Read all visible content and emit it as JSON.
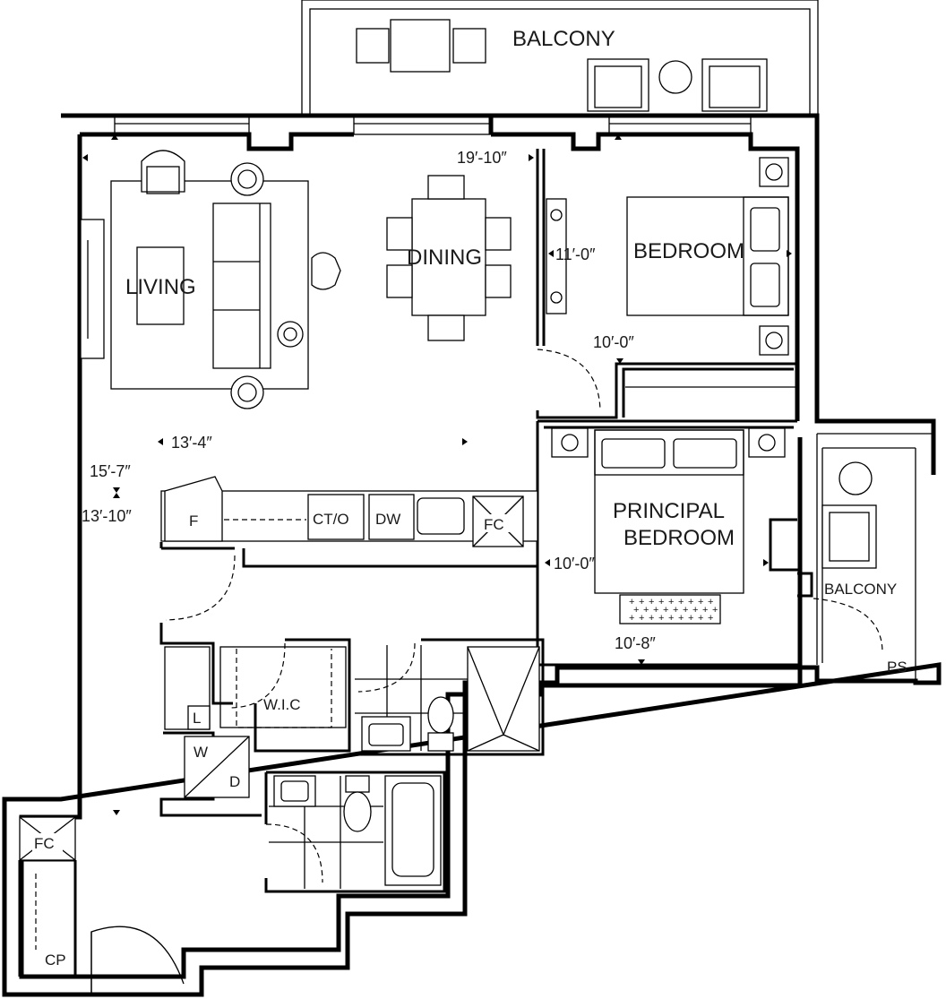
{
  "rooms": {
    "balcony_top": "BALCONY",
    "living": "LIVING",
    "dining": "DINING",
    "bedroom": "BEDROOM",
    "principal_line1": "PRINCIPAL",
    "principal_line2": "BEDROOM",
    "balcony_right": "BALCONY",
    "wic": "W.I.C"
  },
  "dimensions": {
    "living_width": "13′-4″",
    "living_depth_a": "15′-7″",
    "living_depth_b": "13′-10″",
    "dining_depth": "19′-10″",
    "bedroom_width": "11′-0″",
    "bedroom_depth": "10′-0″",
    "principal_width": "10′-0″",
    "principal_depth": "10′-8″"
  },
  "fixtures": {
    "fridge": "F",
    "cooktop_oven": "CT/O",
    "dishwasher": "DW",
    "fan_coil_kitchen": "FC",
    "fan_coil_entry": "FC",
    "linen": "L",
    "washer": "W",
    "dryer": "D",
    "coat_closet": "CP",
    "pipe_shaft": "PS"
  }
}
